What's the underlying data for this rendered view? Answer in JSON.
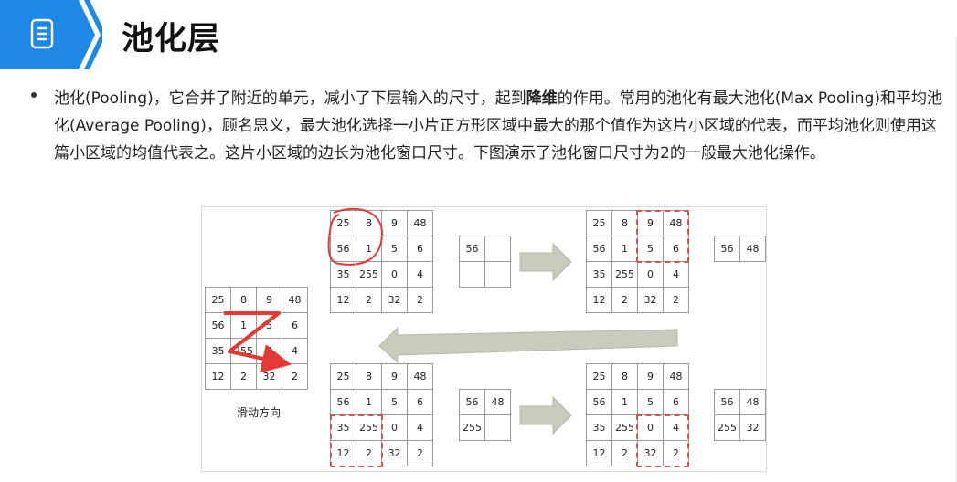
{
  "header": {
    "title": "池化层",
    "icon": "document-list-icon",
    "accent": "#1e88e5"
  },
  "body": {
    "para_1": "池化(Pooling)，它合并了附近的单元，减小了下层输入的尺寸，起到",
    "para_bold": "降维",
    "para_2": "的作用。常用的池化有最大池化(Max Pooling)和平均池化(Average Pooling)，顾名思义，最大池化选择一小片正方形区域中最大的那个值作为这片小区域的代表，而平均池化则使用这篇小区域的均值代表之。这片小区域的边长为池化窗口尺寸。下图演示了池化窗口尺寸为2的一般最大池化操作。"
  },
  "figure": {
    "input_matrix": [
      [
        "25",
        "8",
        "9",
        "48"
      ],
      [
        "56",
        "1",
        "5",
        "6"
      ],
      [
        "35",
        "255",
        "0",
        "4"
      ],
      [
        "12",
        "2",
        "32",
        "2"
      ]
    ],
    "step1_output": [
      [
        "56",
        ""
      ],
      [
        "",
        ""
      ]
    ],
    "step2_output": [
      [
        "56",
        "48"
      ]
    ],
    "step3_output": [
      [
        "56",
        "48"
      ],
      [
        "255",
        ""
      ]
    ],
    "step4_output": [
      [
        "56",
        "48"
      ],
      [
        "255",
        "32"
      ]
    ],
    "caption": "滑动方向",
    "colors": {
      "highlight": "#d9534f",
      "arrow": "#c9ccbd",
      "grid_line": "#9a9a9a"
    }
  }
}
